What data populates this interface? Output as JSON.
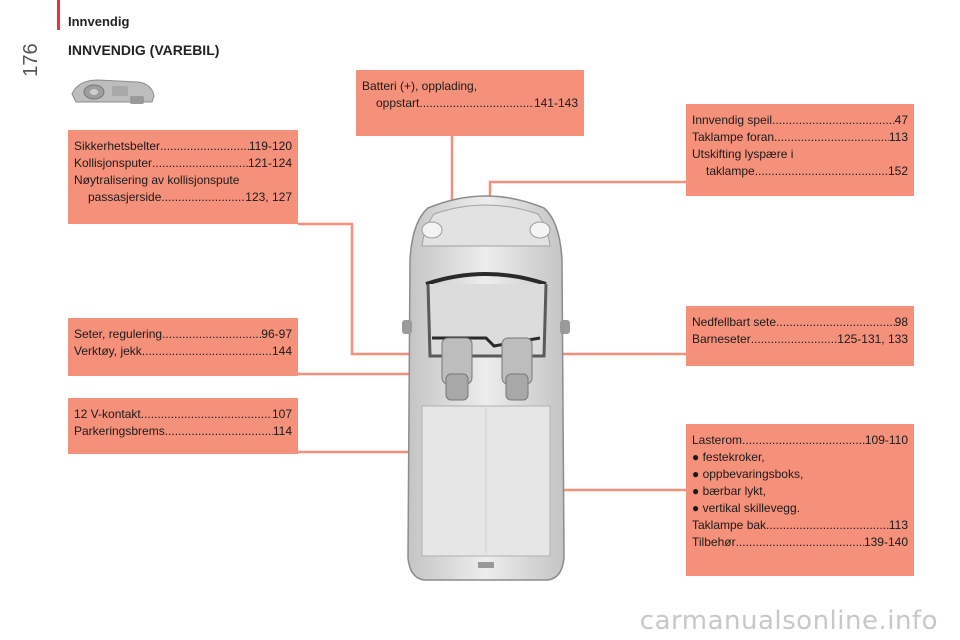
{
  "header": {
    "page_number": "176",
    "section": "Innvendig",
    "title": "INNVENDIG (VAREBIL)"
  },
  "boxes": {
    "battery": [
      {
        "text": "Batteri (+), opplading,",
        "page": "",
        "indent": false,
        "plain": true
      },
      {
        "text": "oppstart",
        "page": "141-143",
        "indent": true,
        "plain": false
      }
    ],
    "safety": [
      {
        "text": "Sikkerhetsbelter",
        "page": "119-120",
        "indent": false,
        "plain": false
      },
      {
        "text": "Kollisjonsputer",
        "page": "121-124",
        "indent": false,
        "plain": false
      },
      {
        "text": "Nøytralisering av kollisjonspute",
        "page": "",
        "indent": false,
        "plain": true
      },
      {
        "text": "passasjerside",
        "page": "123, 127",
        "indent": true,
        "plain": false
      }
    ],
    "mirror": [
      {
        "text": "Innvendig speil",
        "page": "47",
        "indent": false,
        "plain": false
      },
      {
        "text": "Taklampe foran",
        "page": "113",
        "indent": false,
        "plain": false
      },
      {
        "text": "Utskifting lyspære i",
        "page": "",
        "indent": false,
        "plain": true
      },
      {
        "text": "taklampe",
        "page": "152",
        "indent": true,
        "plain": false
      }
    ],
    "seats": [
      {
        "text": "Seter, regulering",
        "page": "96-97",
        "indent": false,
        "plain": false
      },
      {
        "text": "Verktøy, jekk",
        "page": "144",
        "indent": false,
        "plain": false
      }
    ],
    "fold": [
      {
        "text": "Nedfellbart sete",
        "page": "98",
        "indent": false,
        "plain": false
      },
      {
        "text": "Barneseter",
        "page": "125-131, 133",
        "indent": false,
        "plain": false
      }
    ],
    "socket": [
      {
        "text": "12 V-kontakt",
        "page": "107",
        "indent": false,
        "plain": false
      },
      {
        "text": "Parkeringsbrems",
        "page": "114",
        "indent": false,
        "plain": false
      }
    ],
    "cargo": [
      {
        "text": "Lasterom",
        "page": "109-110",
        "indent": false,
        "plain": false
      },
      {
        "text": "● festekroker,",
        "page": "",
        "indent": false,
        "plain": true
      },
      {
        "text": "● oppbevaringsboks,",
        "page": "",
        "indent": false,
        "plain": true
      },
      {
        "text": "● bærbar lykt,",
        "page": "",
        "indent": false,
        "plain": true
      },
      {
        "text": "● vertikal skillevegg.",
        "page": "",
        "indent": false,
        "plain": true
      },
      {
        "text": "Taklampe bak",
        "page": "113",
        "indent": false,
        "plain": false
      },
      {
        "text": "Tilbehør",
        "page": "139-140",
        "indent": false,
        "plain": false
      }
    ]
  },
  "watermark": "carmanualsonline.info",
  "colors": {
    "box": "#f5907a",
    "accent": "#e8333f",
    "van_body": "#d9d9d9",
    "van_outline": "#8c8c8c",
    "van_dark": "#2a2a2a"
  }
}
